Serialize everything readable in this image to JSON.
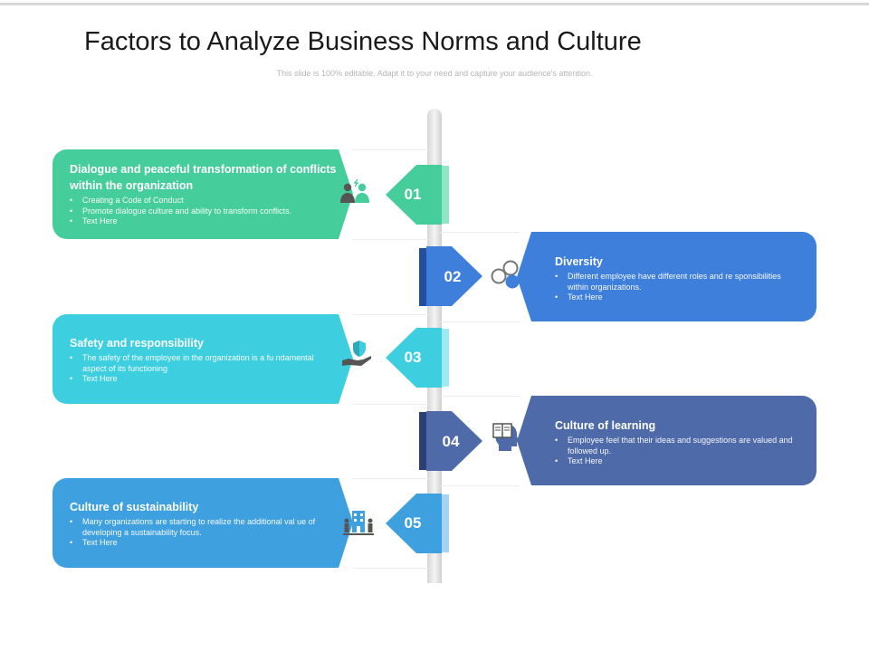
{
  "title": "Factors to Analyze Business Norms and Culture",
  "subtitle": "This slide is 100% editable.  Adapt it to your need  and capture  your audience's  attention.",
  "colors": {
    "step1": "#45cd9b",
    "step2": "#3f7fdc",
    "step3": "#3dcfe0",
    "step4": "#4e6aa8",
    "step5": "#3fa0df",
    "icon_dark": "#555555"
  },
  "steps": [
    {
      "number": "01",
      "title": "Dialogue and peaceful transformation of conflicts within the organization",
      "bullets": [
        "Creating a Code of Conduct",
        "Promote dialogue culture and ability to transform conflicts.",
        "Text Here"
      ],
      "icon": "people-conflict-icon"
    },
    {
      "number": "02",
      "title": "Diversity",
      "bullets": [
        "Different employee have different roles and re sponsibilities within organizations.",
        "Text Here"
      ],
      "icon": "diversity-circles-icon"
    },
    {
      "number": "03",
      "title": "Safety and responsibility",
      "bullets": [
        "The safety of the employee in the organization is a fu ndamental aspect of its functioning",
        "Text Here"
      ],
      "icon": "hand-shield-icon"
    },
    {
      "number": "04",
      "title": "Culture of learning",
      "bullets": [
        "Employee feel that their ideas and suggestions are valued and followed up.",
        "Text Here"
      ],
      "icon": "head-book-icon"
    },
    {
      "number": "05",
      "title": "Culture of sustainability",
      "bullets": [
        "Many organizations are starting to realize the additional val ue of developing a sustainability focus.",
        "Text Here"
      ],
      "icon": "community-building-icon"
    }
  ]
}
